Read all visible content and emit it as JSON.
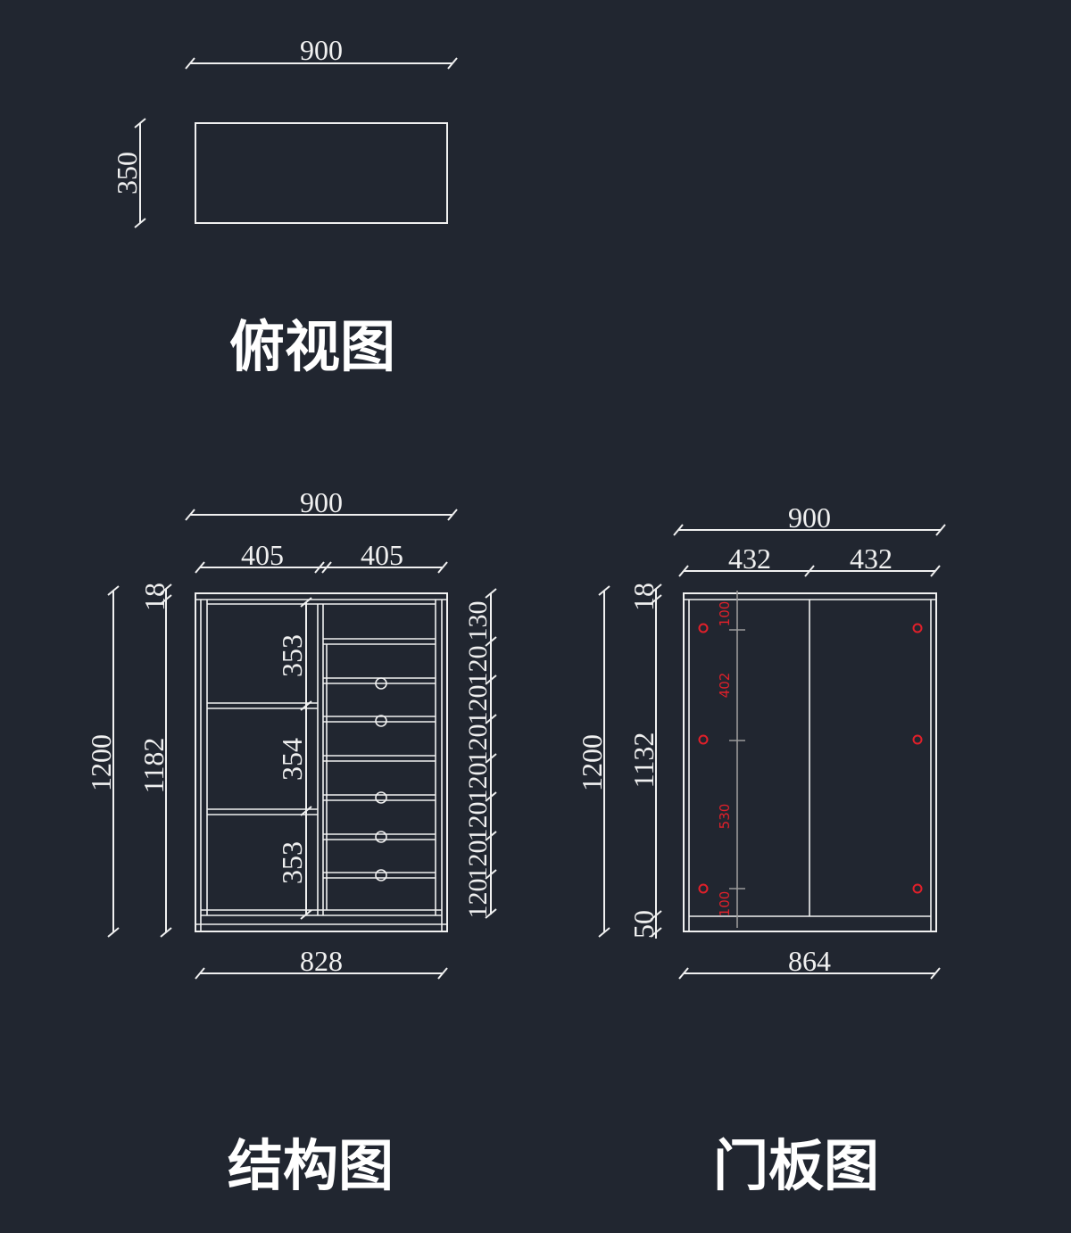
{
  "top_view": {
    "title": "俯视图",
    "width_label": "900",
    "depth_label": "350"
  },
  "structure_view": {
    "title": "结构图",
    "overall_width": "900",
    "left_width": "405",
    "right_width": "405",
    "bottom_width": "828",
    "overall_height": "1200",
    "inner_height": "1182",
    "top_panel": "18",
    "shelf_heights": [
      "353",
      "354",
      "353"
    ],
    "drawer_dims": [
      "130",
      "120",
      "120",
      "120",
      "120",
      "120",
      "120",
      "120"
    ]
  },
  "door_view": {
    "title": "门板图",
    "overall_width": "900",
    "left_door": "432",
    "right_door": "432",
    "bottom_width": "864",
    "overall_height": "1200",
    "door_height": "1132",
    "top_panel": "18",
    "bottom_gap": "50",
    "hinge_dims": [
      "100",
      "402",
      "530",
      "100"
    ]
  },
  "colors": {
    "background": "#212630",
    "line": "#f0f0f0",
    "hinge_red": "#e0202a"
  }
}
